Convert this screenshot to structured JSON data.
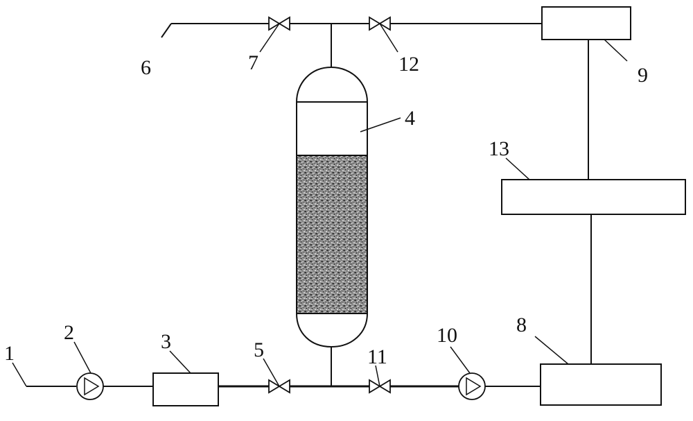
{
  "labels": {
    "l1": "1",
    "l2": "2",
    "l3": "3",
    "l4": "4",
    "l5": "5",
    "l6": "6",
    "l7": "7",
    "l8": "8",
    "l9": "9",
    "l10": "10",
    "l11": "11",
    "l12": "12",
    "l13": "13"
  },
  "colors": {
    "stroke": "#111111",
    "background": "#ffffff",
    "packing": "#6e6e6e"
  }
}
